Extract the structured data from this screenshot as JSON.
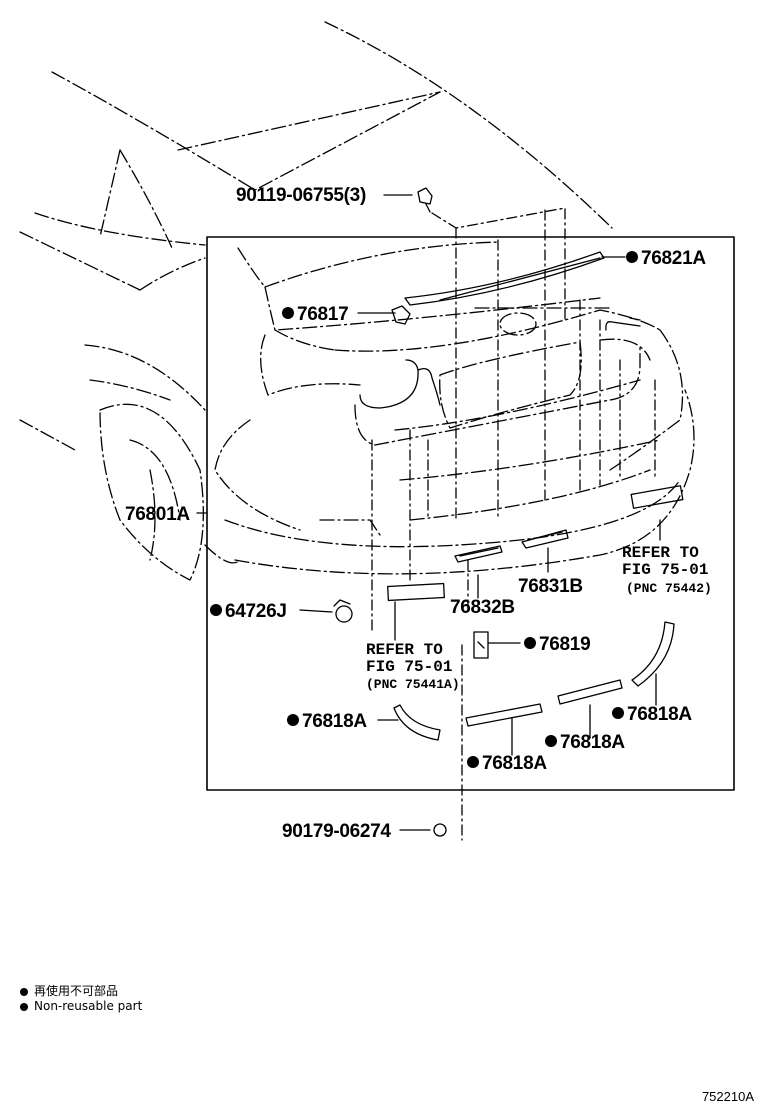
{
  "callouts": {
    "c90119": "90119-06755(3)",
    "c76821a": "76821A",
    "c76817": "76817",
    "c76801a": "76801A",
    "c64726j": "64726J",
    "c76832b": "76832B",
    "c76831b": "76831B",
    "c76819": "76819",
    "c76818a_1": "76818A",
    "c76818a_2": "76818A",
    "c76818a_3": "76818A",
    "c76818a_4": "76818A",
    "c90179": "90179-06274"
  },
  "references": {
    "left": {
      "line1": "REFER TO",
      "line2": "FIG 75-01",
      "line3": "(PNC 75441A)"
    },
    "right": {
      "line1": "REFER TO",
      "line2": "FIG 75-01",
      "line3": "(PNC 75442)"
    }
  },
  "legend": {
    "jp": "再使用不可部品",
    "en": "Non-reusable part"
  },
  "figure_code": "752210A"
}
